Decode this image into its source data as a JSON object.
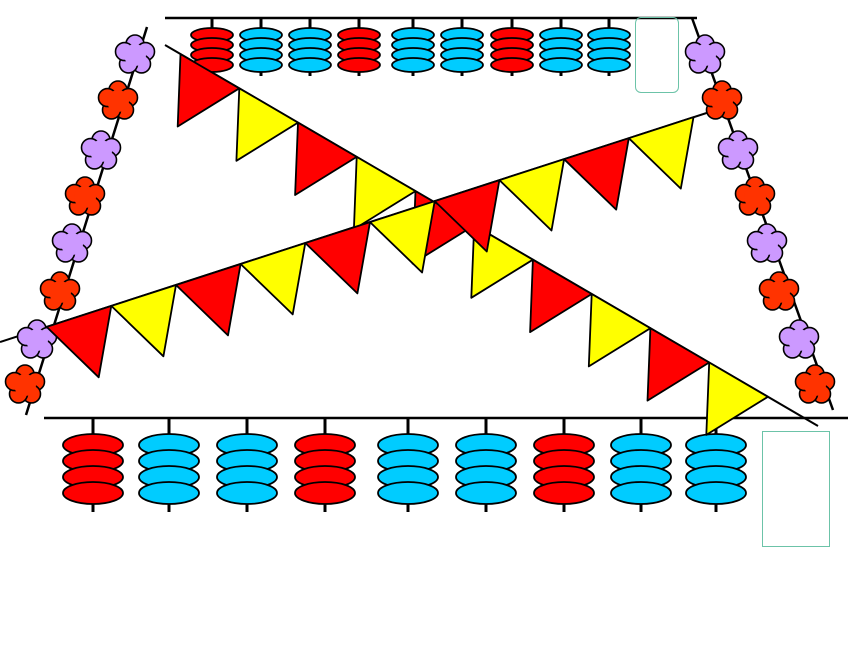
{
  "title": "",
  "colors": {
    "bead_red": "#ff0000",
    "bead_blue": "#00ccff",
    "flag_red": "#ff0000",
    "flag_yellow": "#ffff00",
    "flower_purple": "#cc99ff",
    "flower_orange": "#ff3300",
    "box_border": "#6cc3a8"
  },
  "top_bead_pattern": [
    "red",
    "blue",
    "blue",
    "red",
    "blue",
    "blue",
    "red",
    "blue",
    "blue"
  ],
  "bottom_bead_pattern": [
    "red",
    "blue",
    "blue",
    "red",
    "blue",
    "blue",
    "red",
    "blue",
    "blue"
  ],
  "left_flower_pattern": [
    "purple",
    "orange",
    "purple",
    "orange",
    "purple",
    "orange",
    "purple",
    "orange"
  ],
  "right_flower_pattern": [
    "purple",
    "orange",
    "purple",
    "orange",
    "purple",
    "orange",
    "purple",
    "orange"
  ],
  "flag_pattern_descending": [
    "red",
    "yellow",
    "red",
    "yellow",
    "red",
    "yellow",
    "red",
    "yellow",
    "red",
    "yellow"
  ],
  "flag_pattern_ascending": [
    "yellow",
    "red",
    "yellow",
    "red",
    "yellow",
    "red",
    "yellow",
    "red",
    "yellow",
    "red"
  ],
  "answers": {
    "top_box": "",
    "bottom_box": ""
  }
}
